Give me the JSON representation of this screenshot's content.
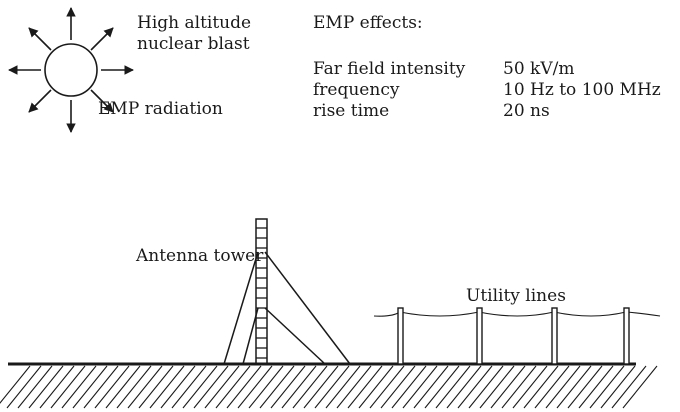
{
  "blast": {
    "label_line1": "High altitude",
    "label_line2": "nuclear blast",
    "radiation_label": "EMP radiation"
  },
  "effects": {
    "title": "EMP effects:",
    "rows": [
      {
        "name": "Far field intensity",
        "value": "50 kV/m"
      },
      {
        "name": "frequency",
        "value": "10 Hz to 100 MHz"
      },
      {
        "name": "rise time",
        "value": "20 ns"
      }
    ]
  },
  "ground": {
    "antenna_label": "Antenna tower",
    "utility_label": "Utility lines"
  },
  "colors": {
    "ink": "#1a1a1a",
    "background": "#ffffff"
  }
}
